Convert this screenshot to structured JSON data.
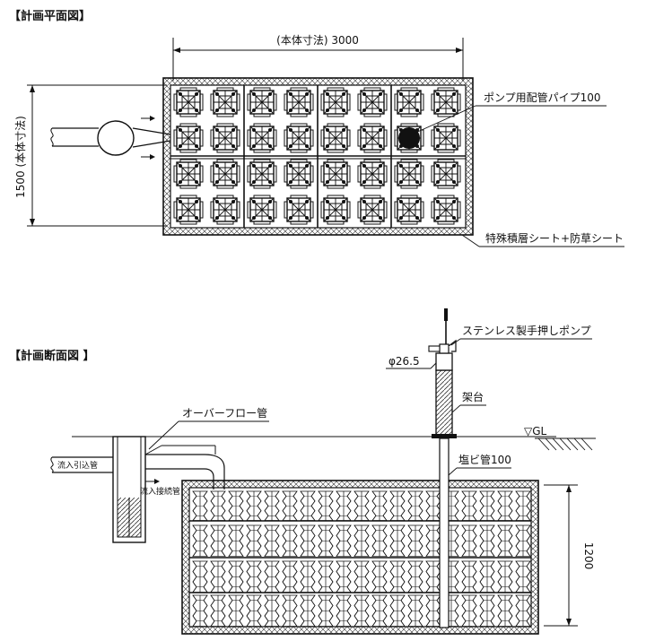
{
  "plan": {
    "title": "【計画平面図】",
    "width_dim": "(本体寸法) 3000",
    "height_dim": "1500 (本体寸法)",
    "pump_pipe_label": "ポンプ用配管パイプ100",
    "sheet_label": "特殊積層シート+防草シート"
  },
  "section": {
    "title": "【計画断面図 】",
    "pump_label": "ステンレス製手押しポンプ",
    "phi_label": "φ26.5",
    "stand_label": "架台",
    "gl_label": "▽GL",
    "overflow_label": "オーバーフロー管",
    "inflow_pipe_label": "流入引込管",
    "inflow_connect_label": "流入接続管",
    "pvc_pipe_label": "塩ビ管100",
    "height_dim": "1200"
  }
}
